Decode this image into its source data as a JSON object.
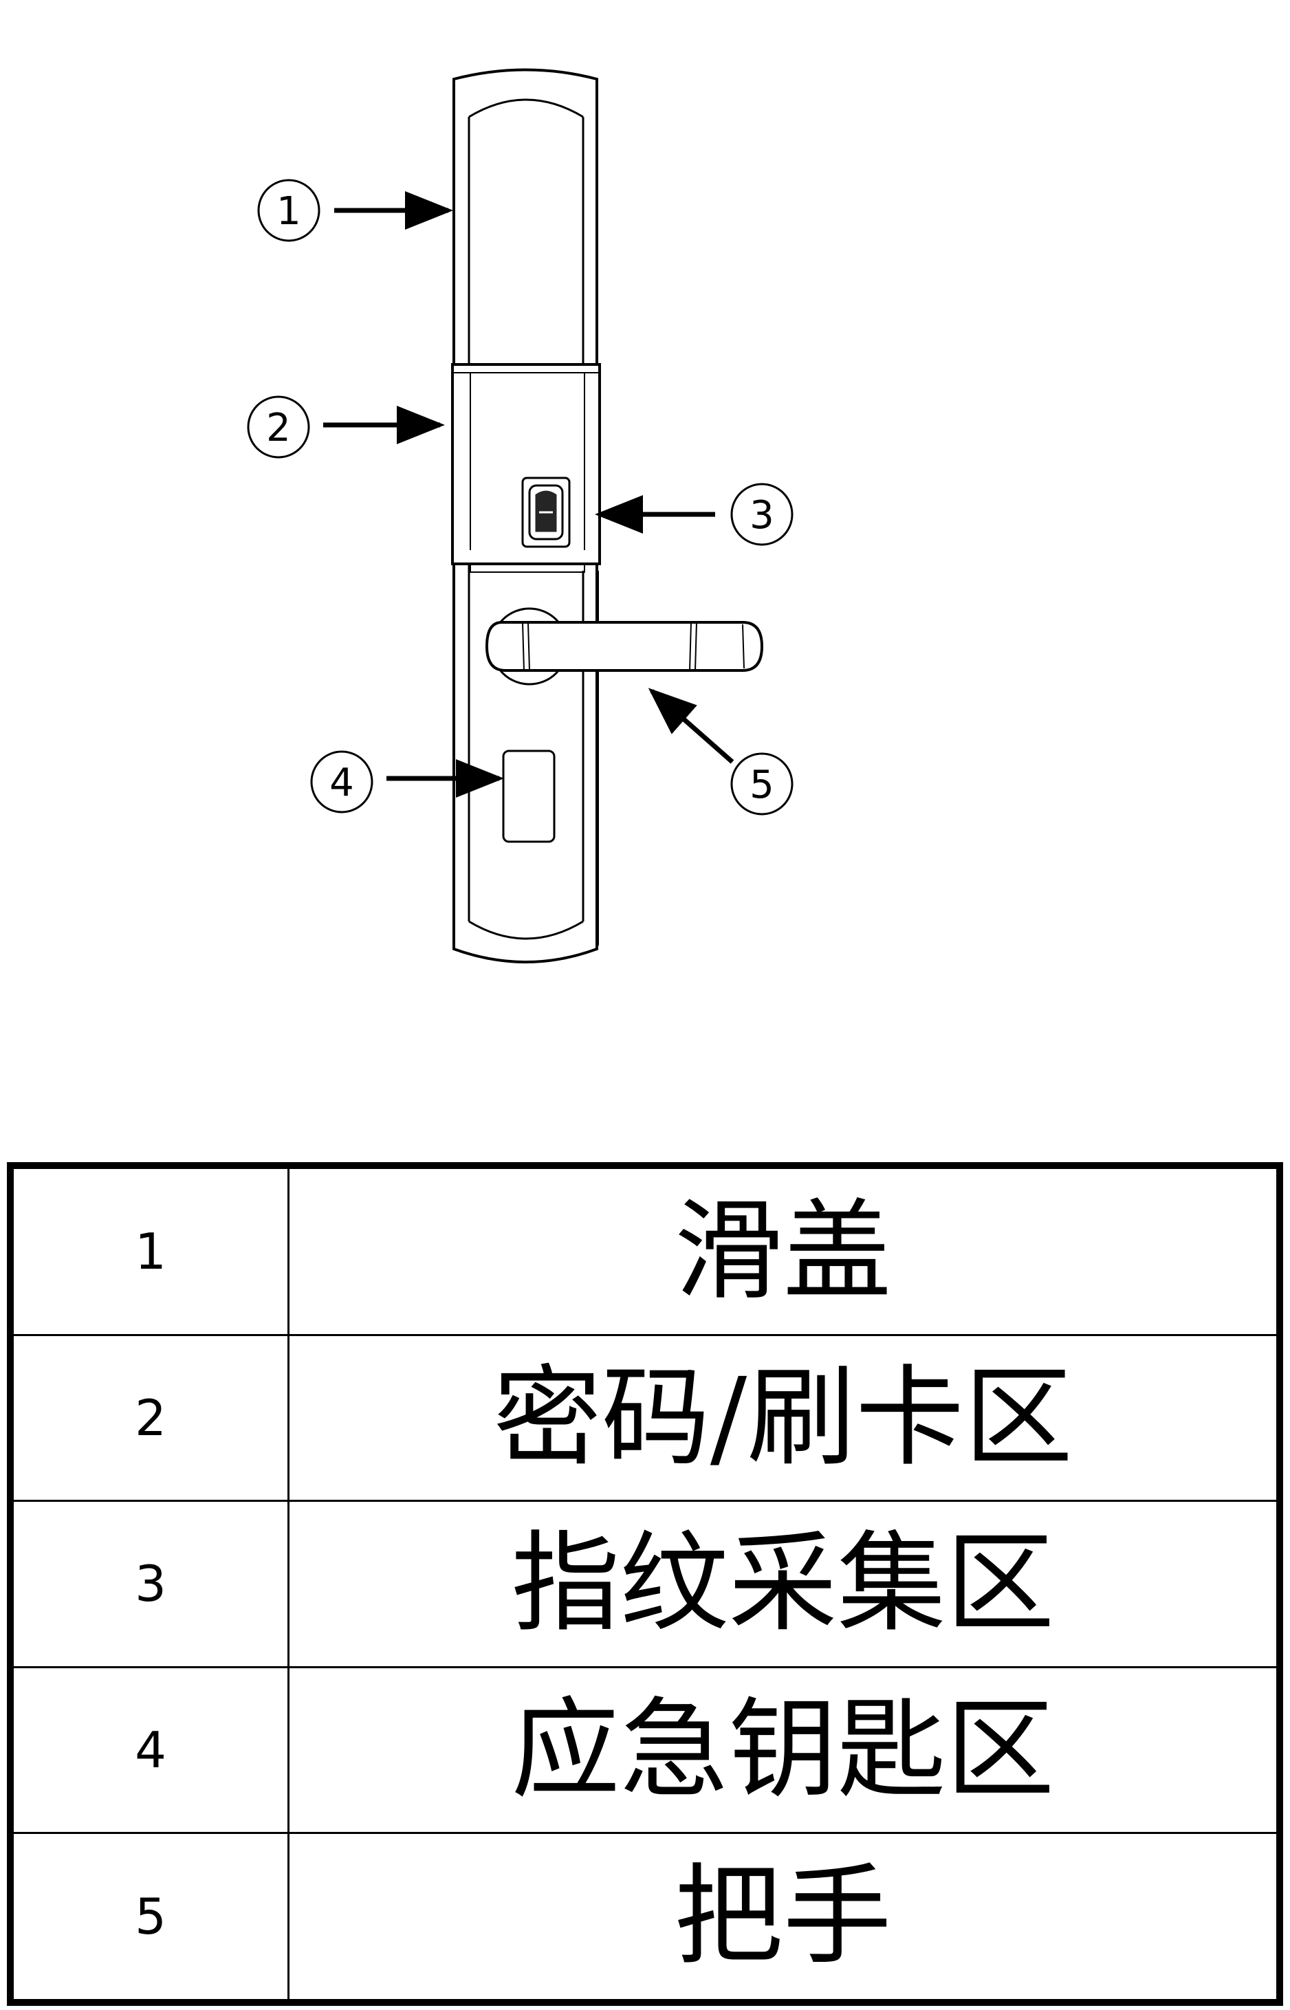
{
  "callouts": [
    "1",
    "2",
    "3",
    "4",
    "5"
  ],
  "parts_table": {
    "rows": [
      {
        "number": "1",
        "name": "滑盖"
      },
      {
        "number": "2",
        "name": "密码/刷卡区"
      },
      {
        "number": "3",
        "name": "指纹采集区"
      },
      {
        "number": "4",
        "name": "应急钥匙区"
      },
      {
        "number": "5",
        "name": "把手"
      }
    ]
  }
}
